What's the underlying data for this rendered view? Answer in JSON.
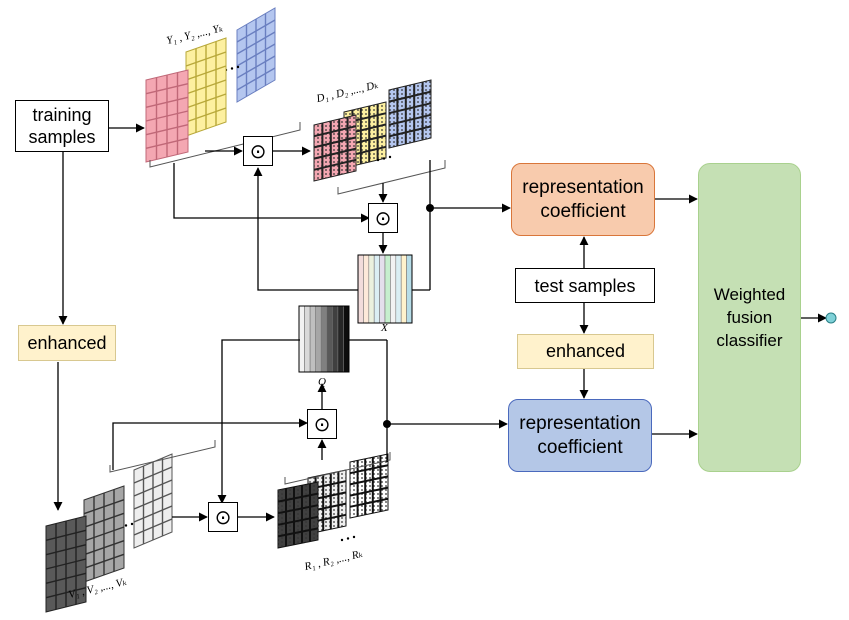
{
  "nodes": {
    "training_samples": "training\nsamples",
    "enhanced_left": "enhanced",
    "test_samples": "test samples",
    "enhanced_right": "enhanced",
    "rep_coef_top": "representation\ncoefficient",
    "rep_coef_bottom": "representation\ncoefficient",
    "classifier": "Weighted\nfusion\nclassifier",
    "hadamard_symbol": "⊙"
  },
  "math_labels": {
    "Y": "Y₁ , Y₂ ,..., Yₖ",
    "D": "D₁ , D₂ ,..., Dₖ",
    "X": "X",
    "Q": "Q",
    "V": "V₁ , V₂ ,..., Vₖ",
    "R": "R₁ , R₂ ,..., Rₖ"
  },
  "colors": {
    "pink": "#f4a7b2",
    "yellow": "#fdf0a0",
    "blue": "#b4c6ef",
    "rep_top": "#f8cbad",
    "rep_bottom": "#b4c7e7",
    "classifier": "#c5e0b4",
    "enhanced": "#fff2cc",
    "output_dot": "#7fd1d8"
  },
  "x_stripe_colors": [
    "#f2dcdb",
    "#fde9d9",
    "#ebf1de",
    "#dbeef3",
    "#e4dfec",
    "#c6efce",
    "#f2f2f2",
    "#daeef3",
    "#fff2cc",
    "#b7dde8"
  ],
  "q_stripe_colors": [
    "#f2f2f2",
    "#d9d9d9",
    "#bfbfbf",
    "#a6a6a6",
    "#808080",
    "#595959",
    "#404040",
    "#262626",
    "#0d0d0d"
  ]
}
